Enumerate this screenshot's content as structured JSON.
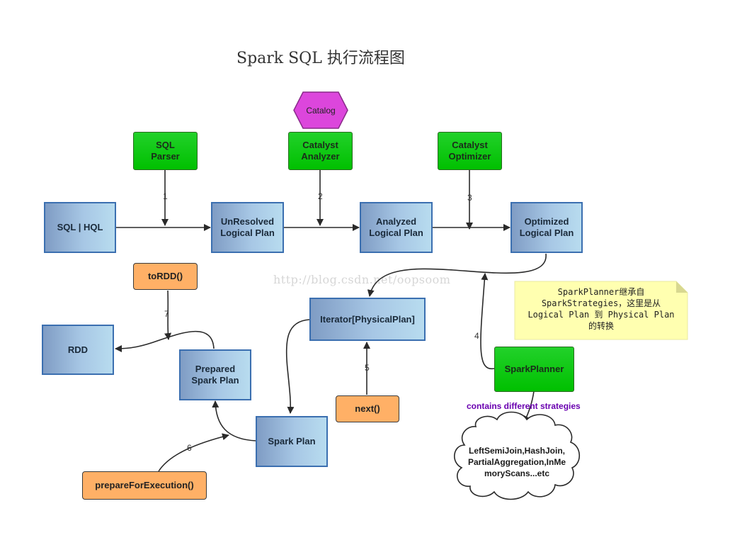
{
  "title": "Spark SQL 执行流程图",
  "watermark": "http://blog.csdn.net/oopsoom",
  "nodes": {
    "catalog": "Catalog",
    "sql_parser": "SQL\nParser",
    "catalyst_analyzer": "Catalyst\nAnalyzer",
    "catalyst_optimizer": "Catalyst\nOptimizer",
    "sql_hql": "SQL | HQL",
    "unresolved_plan": "UnResolved\nLogical Plan",
    "analyzed_plan": "Analyzed\nLogical Plan",
    "optimized_plan": "Optimized\nLogical Plan",
    "to_rdd": "toRDD()",
    "rdd": "RDD",
    "prepared_plan": "Prepared\nSpark Plan",
    "iterator_plan": "Iterator[PhysicalPlan]",
    "next": "next()",
    "spark_plan": "Spark Plan",
    "prepare_for_execution": "prepareForExecution()",
    "spark_planner": "SparkPlanner"
  },
  "step_numbers": {
    "n1": "1",
    "n2": "2",
    "n3": "3",
    "n4": "4",
    "n5": "5",
    "n6": "6",
    "n7": "7"
  },
  "note": "SparkPlanner继承自\nSparkStrategies，这里是从\nLogical Plan 到 Physical Plan\n的转换",
  "strategies_label": "contains different strategies",
  "cloud_text": "LeftSemiJoin,HashJoin,\nPartialAggregation,InMe\nmoryScans...etc",
  "colors": {
    "blue_border": "#3b6fb0",
    "green": "#00c000",
    "orange": "#ffb066",
    "catalog": "#dc46dc",
    "note": "#ffffb0",
    "purple_text": "#6a00b0"
  }
}
